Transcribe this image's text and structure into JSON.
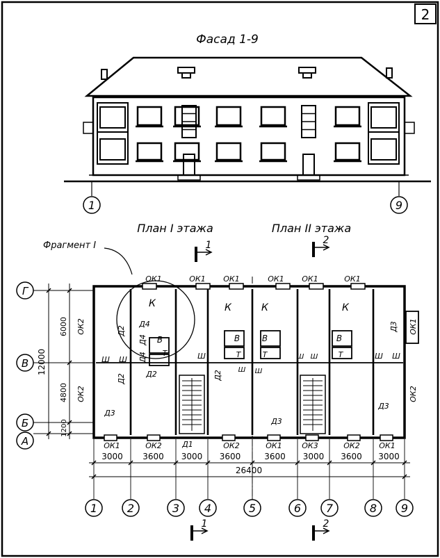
{
  "sheet_number": "2",
  "facade": {
    "title": "Фасад 1-9",
    "axis_left": "1",
    "axis_right": "9"
  },
  "plans": {
    "first_floor_title": "План I этажа",
    "second_floor_title": "План II этажа",
    "fragment_label": "Фрагмент I",
    "section_top_1": "1",
    "section_top_2": "2",
    "section_bottom_1": "1",
    "section_bottom_2": "2"
  },
  "axes_horizontal": [
    "1",
    "2",
    "3",
    "4",
    "5",
    "6",
    "7",
    "8",
    "9"
  ],
  "axes_vertical": [
    "Г",
    "В",
    "Б",
    "А"
  ],
  "dimensions_horizontal": [
    "3000",
    "3600",
    "3000",
    "3600",
    "3600",
    "3000",
    "3600",
    "3000"
  ],
  "dimension_total": "26400",
  "dimensions_vertical": [
    "6000",
    "4800",
    "1200"
  ],
  "dimension_vertical_total": "12000",
  "windows_top": [
    "ОК1",
    "ОК1",
    "ОК1",
    "ОК1",
    "ОК1",
    "ОК1"
  ],
  "windows_bottom": [
    "ОК1",
    "ОК2",
    "ОК2",
    "ОК1",
    "ОК3",
    "ОК2",
    "ОК1"
  ],
  "windows_side": [
    "ОК2",
    "ОК2",
    "ОК1",
    "ОК2"
  ],
  "door_label_entry": "Д1",
  "rooms": {
    "kitchen": "К",
    "bath": "В",
    "toilet": "Т",
    "closet": "Ш"
  },
  "doors": [
    "Д2",
    "Д4",
    "Д4",
    "Д4",
    "Д2",
    "Д2",
    "Д2",
    "Д3",
    "Д3",
    "Д3",
    "Д3"
  ]
}
